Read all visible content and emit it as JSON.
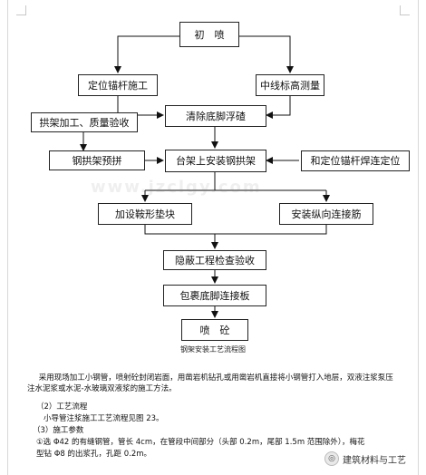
{
  "diagram": {
    "nodes": {
      "initial_spray": "初　喷",
      "anchor_construction": "定位锚杆施工",
      "centerline_survey": "中线标高测量",
      "clear_foot": "清除底脚浮碴",
      "frame_processing": "拱架加工、质量验收",
      "steel_frame_preassembly": "钢拱架预拼",
      "platform_install": "台架上安装钢拱架",
      "anchor_weld": "和定位锚杆焊连定位",
      "saddle_pad": "加设鞍形垫块",
      "longitudinal_rebar": "安装纵向连接筋",
      "concealed_inspection": "隐蔽工程检查验收",
      "foot_wrap_rebar": "包裹底脚连接板",
      "spray_concrete": "喷　砼"
    },
    "caption": "钢架安装工艺流程图"
  },
  "watermark": "www.jzclgy.com",
  "body_text": {
    "para1": "采用现场加工小钢管，喷射砼封闭岩面，用凿岩机钻孔或用凿岩机直接将小钢管打入地层，双液注浆泵压注水泥浆或水泥-水玻璃双液浆的施工方法。",
    "item2": "（2）工艺流程",
    "item2_detail": "小导管注浆施工工艺流程见图 23。",
    "item3": "（3）施工参数",
    "item3_detail_1": "①选 Φ42 的有缝钢管，管长 4cm，在管段中间部分（头部 0.2m，尾部 1.5m 范围除外），梅花",
    "item3_detail_2": "型钻 Φ8 的出浆孔，孔距 0.2m。"
  },
  "footer": {
    "brand": "建筑材料与工艺",
    "icon": "wechat-logo-icon"
  }
}
